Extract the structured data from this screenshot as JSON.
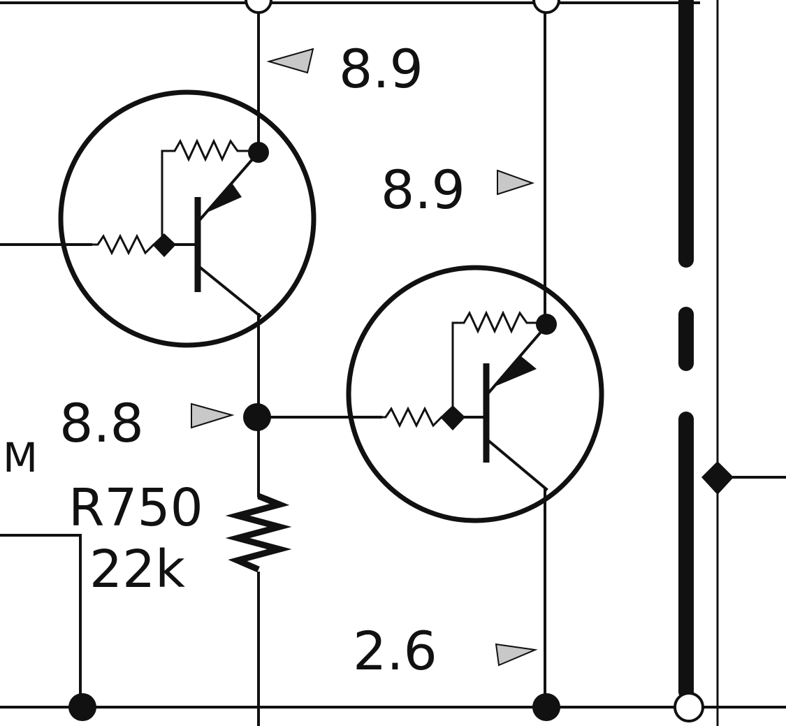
{
  "voltages": {
    "q1_emitter": "8.9",
    "q2_emitter": "8.9",
    "junction": "8.8",
    "q2_collector": "2.6"
  },
  "resistor": {
    "ref": "R750",
    "value": "22k"
  },
  "edge_text": {
    "left_letter": "M"
  },
  "colors": {
    "ink": "#111111",
    "paper": "#ffffff"
  }
}
